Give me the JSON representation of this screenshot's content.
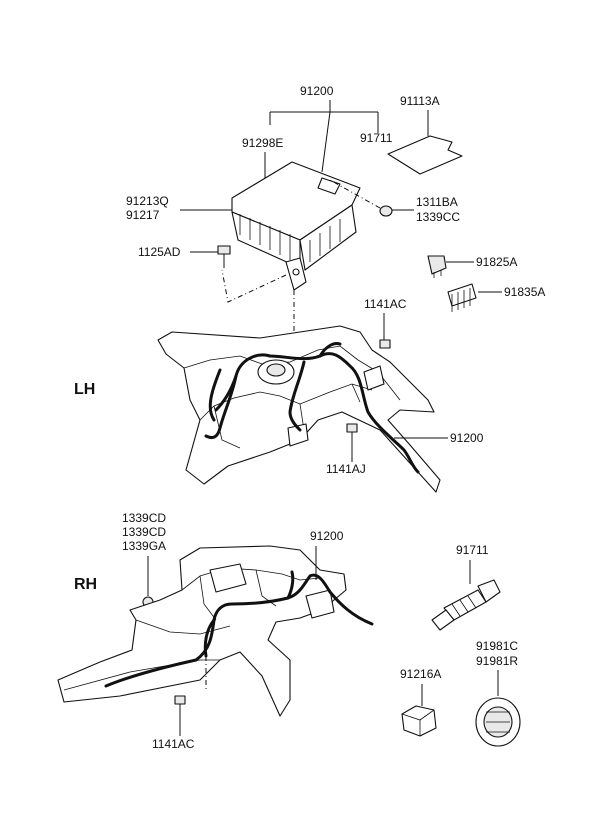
{
  "sections": {
    "lh": "LH",
    "rh": "RH"
  },
  "labels": {
    "p91200_top": "91200",
    "p91113A": "91113A",
    "p91298E": "91298E",
    "p91711_top": "91711",
    "p91213Q": "91213Q",
    "p91217": "91217",
    "p1311BA": "1311BA",
    "p1339CC": "1339CC",
    "p1125AD": "1125AD",
    "p91825A": "91825A",
    "p91835A": "91835A",
    "p1141AC_lh": "1141AC",
    "p91200_lh": "91200",
    "p1141AJ": "1141AJ",
    "p1339CD_1": "1339CD",
    "p1339CD_2": "1339CD",
    "p1339GA": "1339GA",
    "p91200_rh": "91200",
    "p91711_rh": "91711",
    "p91981C": "91981C",
    "p91981R": "91981R",
    "p91216A": "91216A",
    "p1141AC_rh": "1141AC"
  }
}
